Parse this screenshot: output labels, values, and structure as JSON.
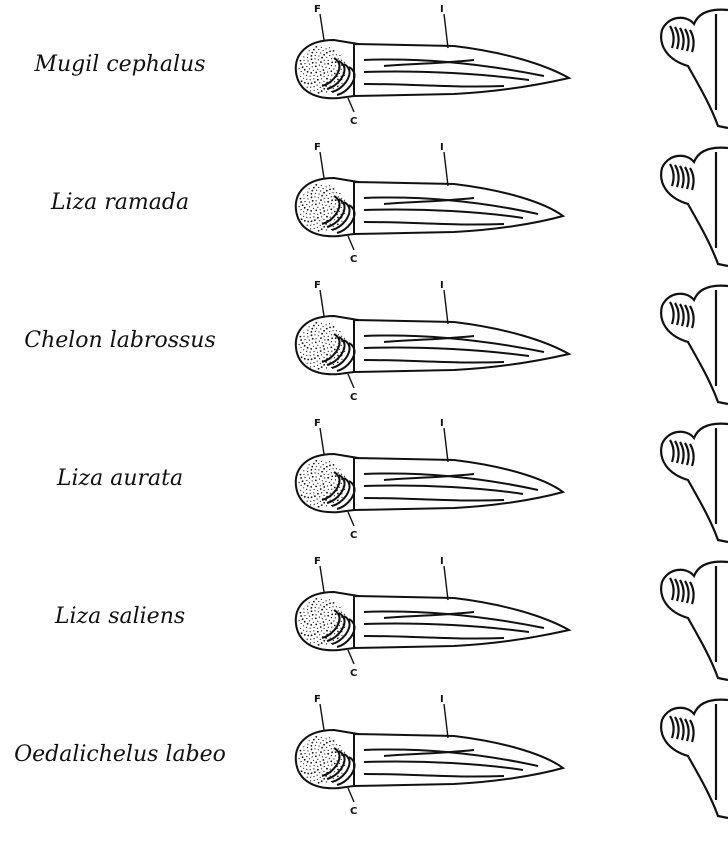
{
  "species": [
    {
      "name": "Mugil cephalus",
      "labels": {
        "top_left": "F",
        "top_right": "I",
        "bottom": "C"
      }
    },
    {
      "name": "Liza ramada",
      "labels": {
        "top_left": "F",
        "top_right": "I",
        "bottom": "C"
      }
    },
    {
      "name": "Chelon labrossus",
      "labels": {
        "top_left": "F",
        "top_right": "I",
        "bottom": "C"
      }
    },
    {
      "name": "Liza aurata",
      "labels": {
        "top_left": "F",
        "top_right": "I",
        "bottom": "C"
      }
    },
    {
      "name": "Liza saliens",
      "labels": {
        "top_left": "F",
        "top_right": "I",
        "bottom": "C"
      }
    },
    {
      "name": "Oedalichelus labeo",
      "labels": {
        "top_left": "F",
        "top_right": "I",
        "bottom": "C"
      }
    }
  ]
}
